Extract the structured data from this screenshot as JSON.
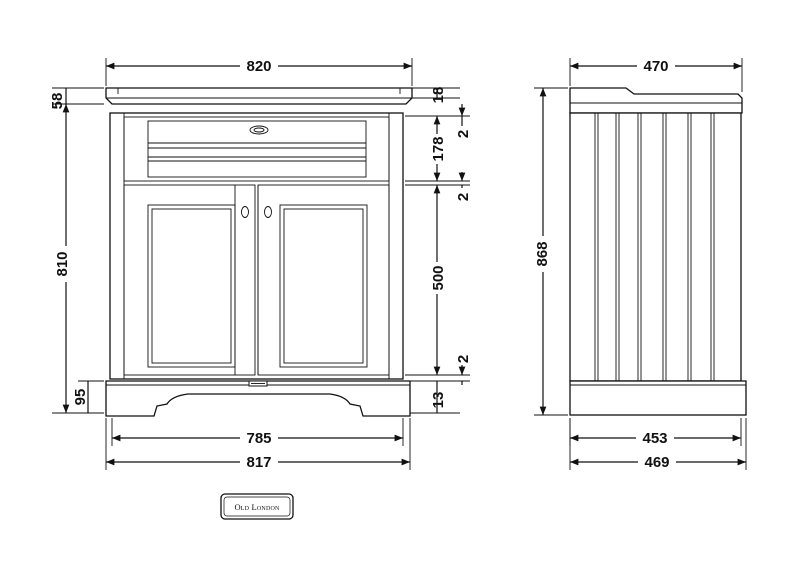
{
  "front_view": {
    "overall_width": "820",
    "top_thickness": "58",
    "top_gap": "18",
    "gap_upper": "2",
    "drawer_height": "178",
    "gap_middle": "2",
    "door_height": "500",
    "gap_lower": "2",
    "plinth_gap": "13",
    "body_height": "810",
    "plinth_height": "95",
    "inner_width": "785",
    "base_width": "817"
  },
  "side_view": {
    "top_depth": "470",
    "overall_height": "868",
    "inner_depth": "453",
    "base_depth": "469"
  },
  "brand": {
    "logo_text": "Old London"
  }
}
